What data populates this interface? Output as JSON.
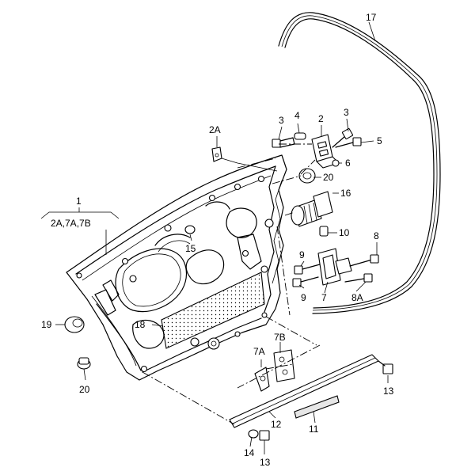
{
  "diagram": {
    "labels": {
      "l1": "1",
      "l1sub": "2A,7A,7B",
      "l2": "2",
      "l2a": "2A",
      "l3a": "3",
      "l3b": "3",
      "l4": "4",
      "l5": "5",
      "l6": "6",
      "l7": "7",
      "l7a": "7A",
      "l7b": "7B",
      "l8": "8",
      "l8a": "8A",
      "l9a": "9",
      "l9b": "9",
      "l10": "10",
      "l11": "11",
      "l12": "12",
      "l13a": "13",
      "l13b": "13",
      "l14": "14",
      "l15": "15",
      "l16": "16",
      "l17": "17",
      "l18": "18",
      "l19": "19",
      "l20a": "20",
      "l20b": "20"
    }
  }
}
